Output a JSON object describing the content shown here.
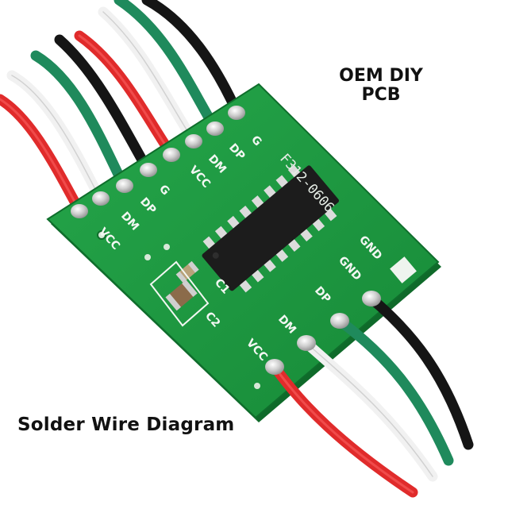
{
  "caption": {
    "oem_line1": "OEM DIY",
    "oem_line2": "PCB",
    "diagram": "Solder Wire Diagram"
  },
  "board": {
    "chip_marking": "F312-0606",
    "input_labels": [
      "G",
      "DP",
      "DM",
      "VCC",
      "G",
      "DP",
      "DM",
      "VCC"
    ],
    "output_labels": [
      "GND",
      "GND",
      "DP",
      "DM",
      "VCC"
    ],
    "components": [
      "C1",
      "C2"
    ]
  },
  "colors": {
    "pcb": "#1e9440",
    "pcb_dark": "#137a32",
    "chip": "#1c1c1c",
    "wire_red": "#e02b2b",
    "wire_white": "#f3f3f3",
    "wire_green": "#1f8a5c",
    "wire_black": "#151515",
    "solder": "#c9c9c9"
  }
}
